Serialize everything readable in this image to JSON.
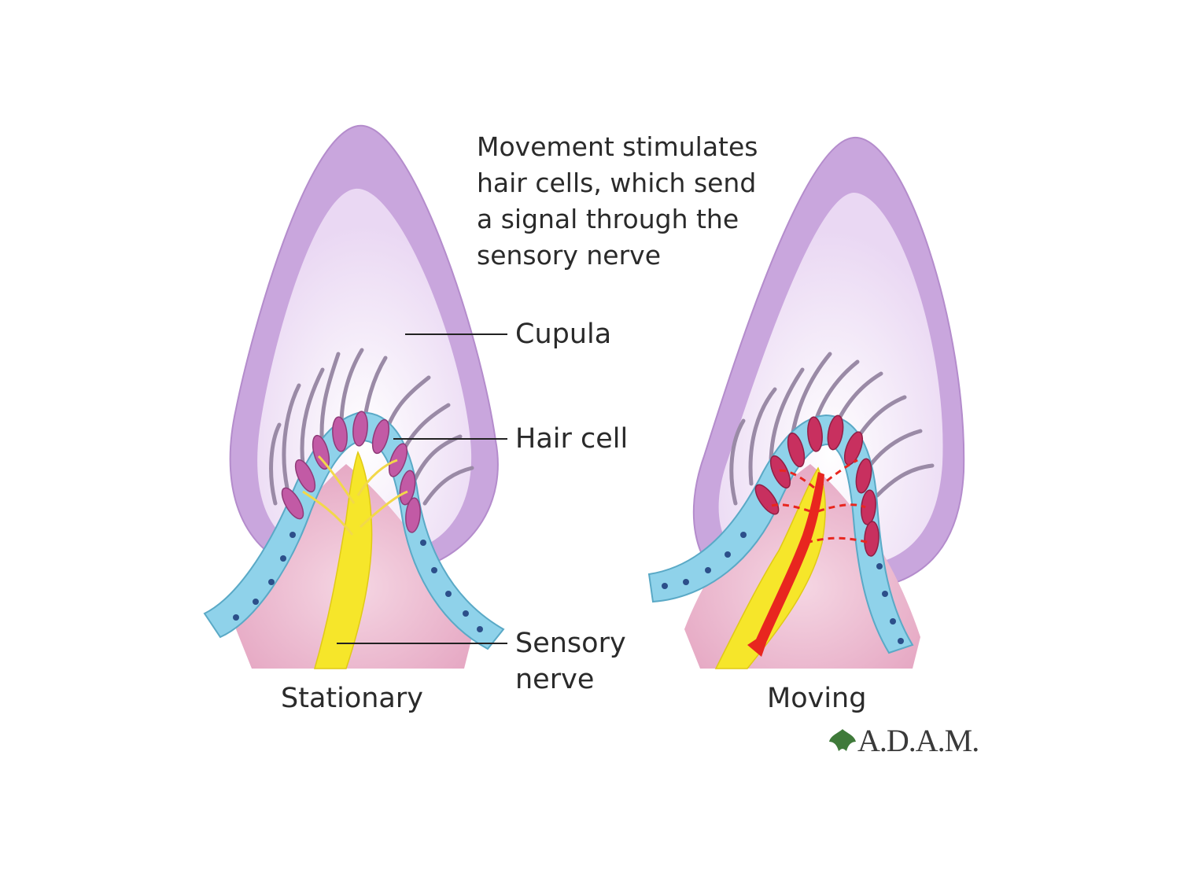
{
  "headline": [
    "Movement stimulates",
    "hair cells, which send",
    "a signal through the",
    "sensory nerve"
  ],
  "labels": {
    "cupula": "Cupula",
    "hair_cell": "Hair cell",
    "sensory_nerve_line1": "Sensory",
    "sensory_nerve_line2": "nerve"
  },
  "panels": {
    "left": "Stationary",
    "right": "Moving"
  },
  "logo": "A.D.A.M.",
  "colors": {
    "cupula_outer": "#c9a6dd",
    "cupula_inner": "#f1e6f7",
    "epithelium": "#8fd2ea",
    "hair_cell": "#c25aa5",
    "nerve": "#f6e62a",
    "signal": "#e8261f",
    "tissue": "#edb8cf",
    "logo_leaf": "#3f7a3a"
  }
}
